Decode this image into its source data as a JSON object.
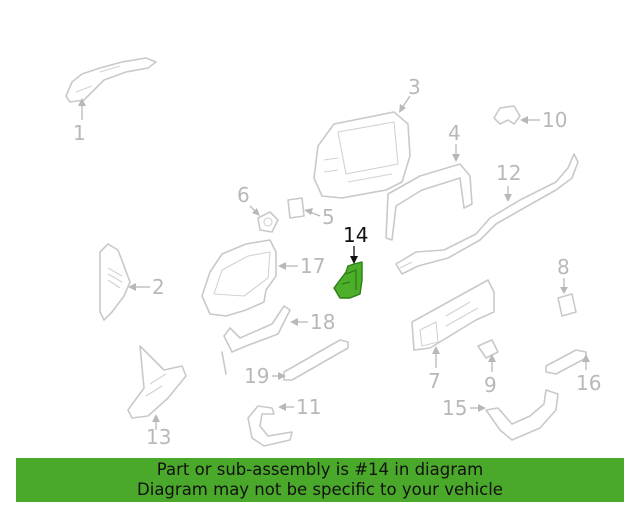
{
  "callouts": [
    {
      "id": "1",
      "label": "1"
    },
    {
      "id": "2",
      "label": "2"
    },
    {
      "id": "3",
      "label": "3"
    },
    {
      "id": "4",
      "label": "4"
    },
    {
      "id": "5",
      "label": "5"
    },
    {
      "id": "6",
      "label": "6"
    },
    {
      "id": "7",
      "label": "7"
    },
    {
      "id": "8",
      "label": "8"
    },
    {
      "id": "9",
      "label": "9"
    },
    {
      "id": "10",
      "label": "10"
    },
    {
      "id": "11",
      "label": "11"
    },
    {
      "id": "12",
      "label": "12"
    },
    {
      "id": "13",
      "label": "13"
    },
    {
      "id": "14",
      "label": "14"
    },
    {
      "id": "15",
      "label": "15"
    },
    {
      "id": "16",
      "label": "16"
    },
    {
      "id": "17",
      "label": "17"
    },
    {
      "id": "18",
      "label": "18"
    },
    {
      "id": "19",
      "label": "19"
    }
  ],
  "highlighted_part": "14",
  "banner": {
    "line1": "Part or sub-assembly is #14 in diagram",
    "line2": "Diagram may not be specific to your vehicle"
  },
  "colors": {
    "highlight": "#4caf2a",
    "banner": "#4aa92a",
    "parts": "#c9c9c9",
    "callouts": "#b8b8b8"
  }
}
